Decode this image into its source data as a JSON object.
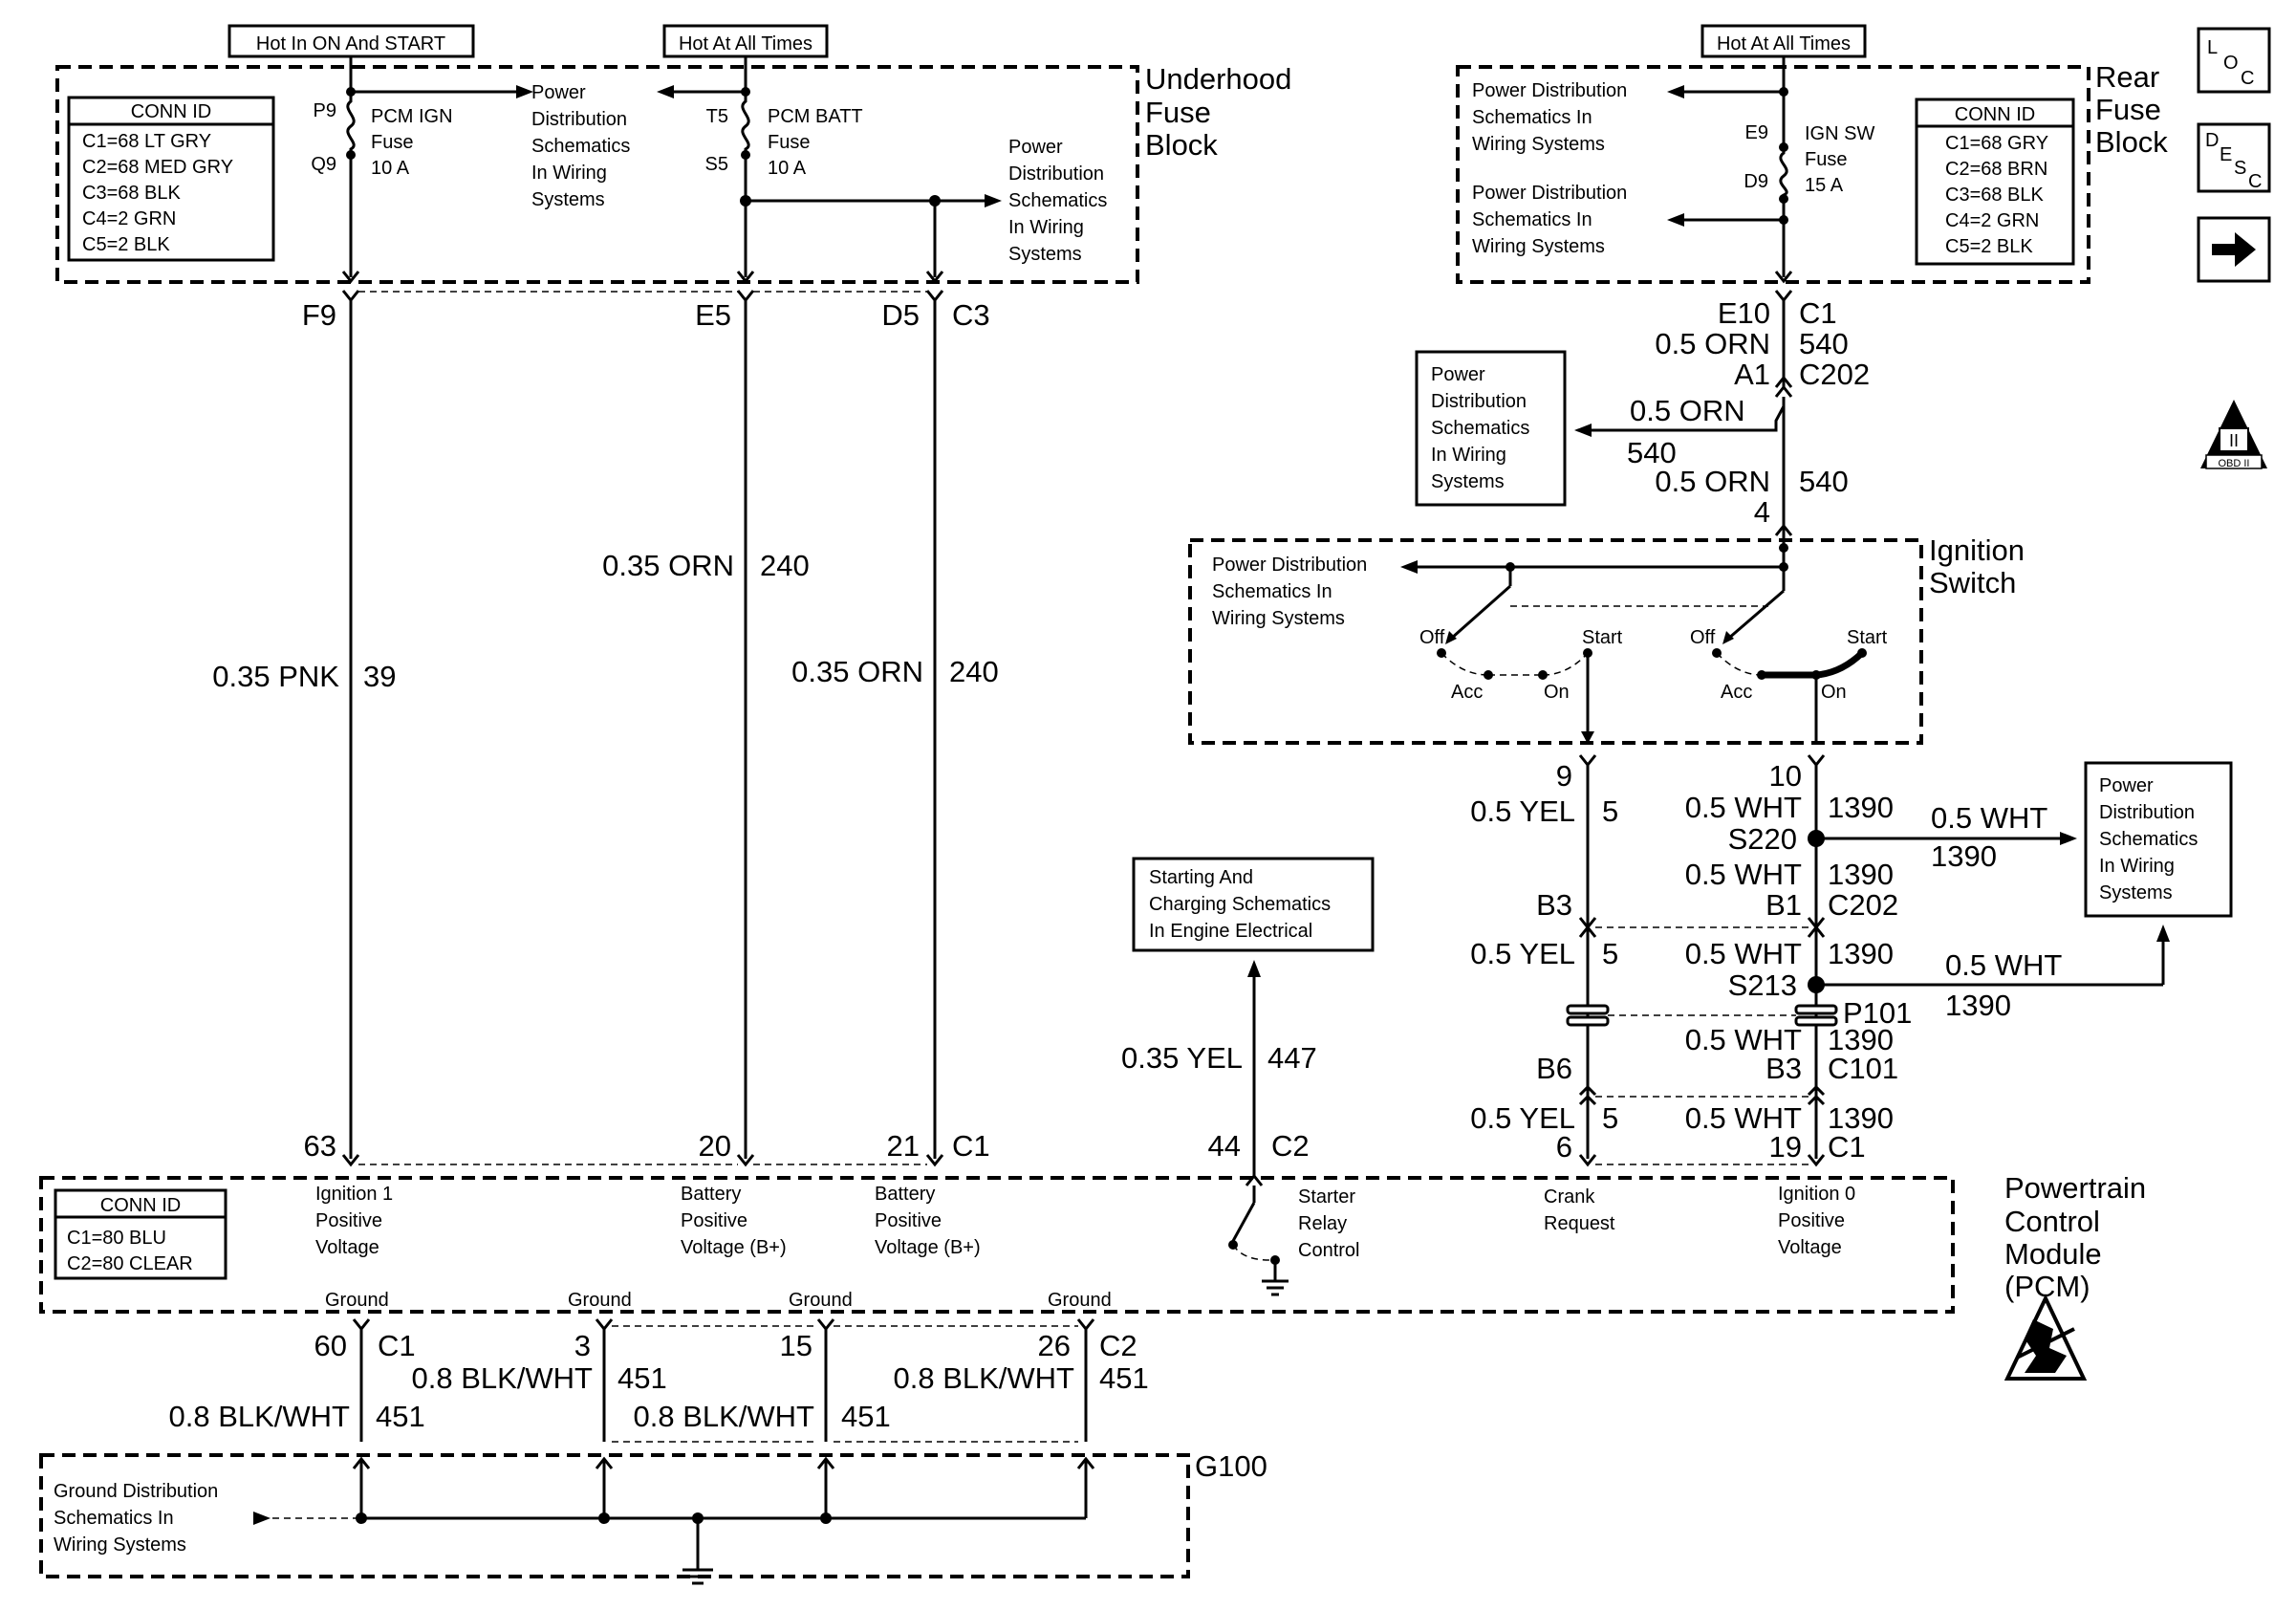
{
  "labels": {
    "hot_on_start": "Hot In ON And START",
    "hot_all_times_1": "Hot At All Times",
    "hot_all_times_2": "Hot At All Times",
    "underhood_fuse_block": [
      "Underhood",
      "Fuse",
      "Block"
    ],
    "rear_fuse_block": [
      "Rear",
      "Fuse",
      "Block"
    ],
    "ignition_switch": [
      "Ignition",
      "Switch"
    ],
    "pcm": [
      "Powertrain",
      "Control",
      "Module",
      "(PCM)"
    ],
    "g100": "G100"
  },
  "conn_id_underhood": {
    "title": "CONN ID",
    "lines": [
      "C1=68 LT GRY",
      "C2=68 MED GRY",
      "C3=68 BLK",
      "C4=2 GRN",
      "C5=2 BLK"
    ]
  },
  "conn_id_rear": {
    "title": "CONN ID",
    "lines": [
      "C1=68 GRY",
      "C2=68 BRN",
      "C3=68 BLK",
      "C4=2 GRN",
      "C5=2 BLK"
    ]
  },
  "conn_id_pcm": {
    "title": "CONN ID",
    "lines": [
      "C1=80 BLU",
      "C2=80 CLEAR"
    ]
  },
  "fuses": {
    "pcm_ign": {
      "top_pin": "P9",
      "bottom_pin": "Q9",
      "name": [
        "PCM IGN",
        "Fuse",
        "10 A"
      ]
    },
    "pcm_batt": {
      "top_pin": "T5",
      "bottom_pin": "S5",
      "name": [
        "PCM BATT",
        "Fuse",
        "10 A"
      ]
    },
    "ign_sw": {
      "top_pin": "E9",
      "bottom_pin": "D9",
      "name": [
        "IGN SW",
        "Fuse",
        "15 A"
      ]
    }
  },
  "refs": {
    "power_dist_1": [
      "Power",
      "Distribution",
      "Schematics",
      "In Wiring",
      "Systems"
    ],
    "power_dist_2": [
      "Power",
      "Distribution",
      "Schematics",
      "In Wiring",
      "Systems"
    ],
    "power_dist_rear_a": [
      "Power Distribution",
      "Schematics In",
      "Wiring Systems"
    ],
    "power_dist_rear_b": [
      "Power Distribution",
      "Schematics In",
      "Wiring Systems"
    ],
    "power_dist_box_c202": [
      "Power",
      "Distribution",
      "Schematics",
      "In Wiring",
      "Systems"
    ],
    "power_dist_ign": [
      "Power Distribution",
      "Schematics In",
      "Wiring Systems"
    ],
    "power_dist_box_s220": [
      "Power",
      "Distribution",
      "Schematics",
      "In Wiring",
      "Systems"
    ],
    "starting_charging": [
      "Starting And",
      "Charging Schematics",
      "In Engine Electrical"
    ],
    "ground_dist": [
      "Ground Distribution",
      "Schematics In",
      "Wiring Systems"
    ]
  },
  "wires": {
    "f9": "F9",
    "e5": "E5",
    "d5": "D5",
    "c3": "C3",
    "pnk": "0.35 PNK",
    "pnk_num": "39",
    "orn1": "0.35 ORN",
    "orn1_num": "240",
    "orn2": "0.35 ORN",
    "orn2_num": "240",
    "pcm_63": "63",
    "pcm_20": "20",
    "pcm_21": "21",
    "pcm_c1": "C1",
    "e10": "E10",
    "c1_rear": "C1",
    "orn_05_a": "0.5 ORN",
    "num_540_a": "540",
    "a1": "A1",
    "c202_a": "C202",
    "orn_05_b": "0.5 ORN",
    "num_540_b": "540",
    "orn_05_c": "0.5 ORN",
    "num_540_c": "540",
    "pin_4": "4",
    "pin_9": "9",
    "pin_10": "10",
    "yel_a": "0.5 YEL",
    "yel_a_num": "5",
    "wht_a": "0.5 WHT",
    "wht_a_num": "1390",
    "s220": "S220",
    "wht_s220": "0.5 WHT",
    "wht_s220_num": "1390",
    "wht_b": "0.5 WHT",
    "wht_b_num": "1390",
    "b1": "B1",
    "c202_b": "C202",
    "b3_a": "B3",
    "yel_b": "0.5 YEL",
    "yel_b_num": "5",
    "wht_c": "0.5 WHT",
    "wht_c_num": "1390",
    "s213": "S213",
    "wht_s213": "0.5 WHT",
    "wht_s213_num": "1390",
    "p101": "P101",
    "wht_d": "0.5 WHT",
    "wht_d_num": "1390",
    "b3_b": "B3",
    "c101": "C101",
    "b6": "B6",
    "yel_c": "0.5 YEL",
    "yel_c_num": "5",
    "wht_e": "0.5 WHT",
    "wht_e_num": "1390",
    "pin_6": "6",
    "pin_19": "19",
    "c1_pcm_r": "C1",
    "yel_035": "0.35 YEL",
    "yel_035_num": "447",
    "pin_44": "44",
    "c2_pcm": "C2"
  },
  "switch": {
    "off_1": "Off",
    "acc_1": "Acc",
    "on_1": "On",
    "start_1": "Start",
    "off_2": "Off",
    "acc_2": "Acc",
    "on_2": "On",
    "start_2": "Start"
  },
  "pcm_circuits": {
    "ign1": [
      "Ignition 1",
      "Positive",
      "Voltage"
    ],
    "batt1": [
      "Battery",
      "Positive",
      "Voltage (B+)"
    ],
    "batt2": [
      "Battery",
      "Positive",
      "Voltage (B+)"
    ],
    "starter": [
      "Starter",
      "Relay",
      "Control"
    ],
    "crank": [
      "Crank",
      "Request"
    ],
    "ign0": [
      "Ignition 0",
      "Positive",
      "Voltage"
    ]
  },
  "grounds": {
    "g1": "Ground",
    "g2": "Ground",
    "g3": "Ground",
    "g4": "Ground",
    "pin_60": "60",
    "c1": "C1",
    "pin_3": "3",
    "pin_15": "15",
    "pin_26": "26",
    "c2": "C2",
    "blkwht_1": "0.8 BLK/WHT",
    "blkwht_1_num": "451",
    "blkwht_2": "0.8 BLK/WHT",
    "blkwht_2_num": "451",
    "blkwht_3": "0.8 BLK/WHT",
    "blkwht_3_num": "451",
    "blkwht_4": "0.8 BLK/WHT",
    "blkwht_4_num": "451"
  },
  "icons": {
    "loc": [
      "L",
      "O",
      "C"
    ],
    "desc": [
      "D",
      "E",
      "S",
      "C"
    ],
    "obd": [
      "II",
      "OBD II"
    ]
  }
}
